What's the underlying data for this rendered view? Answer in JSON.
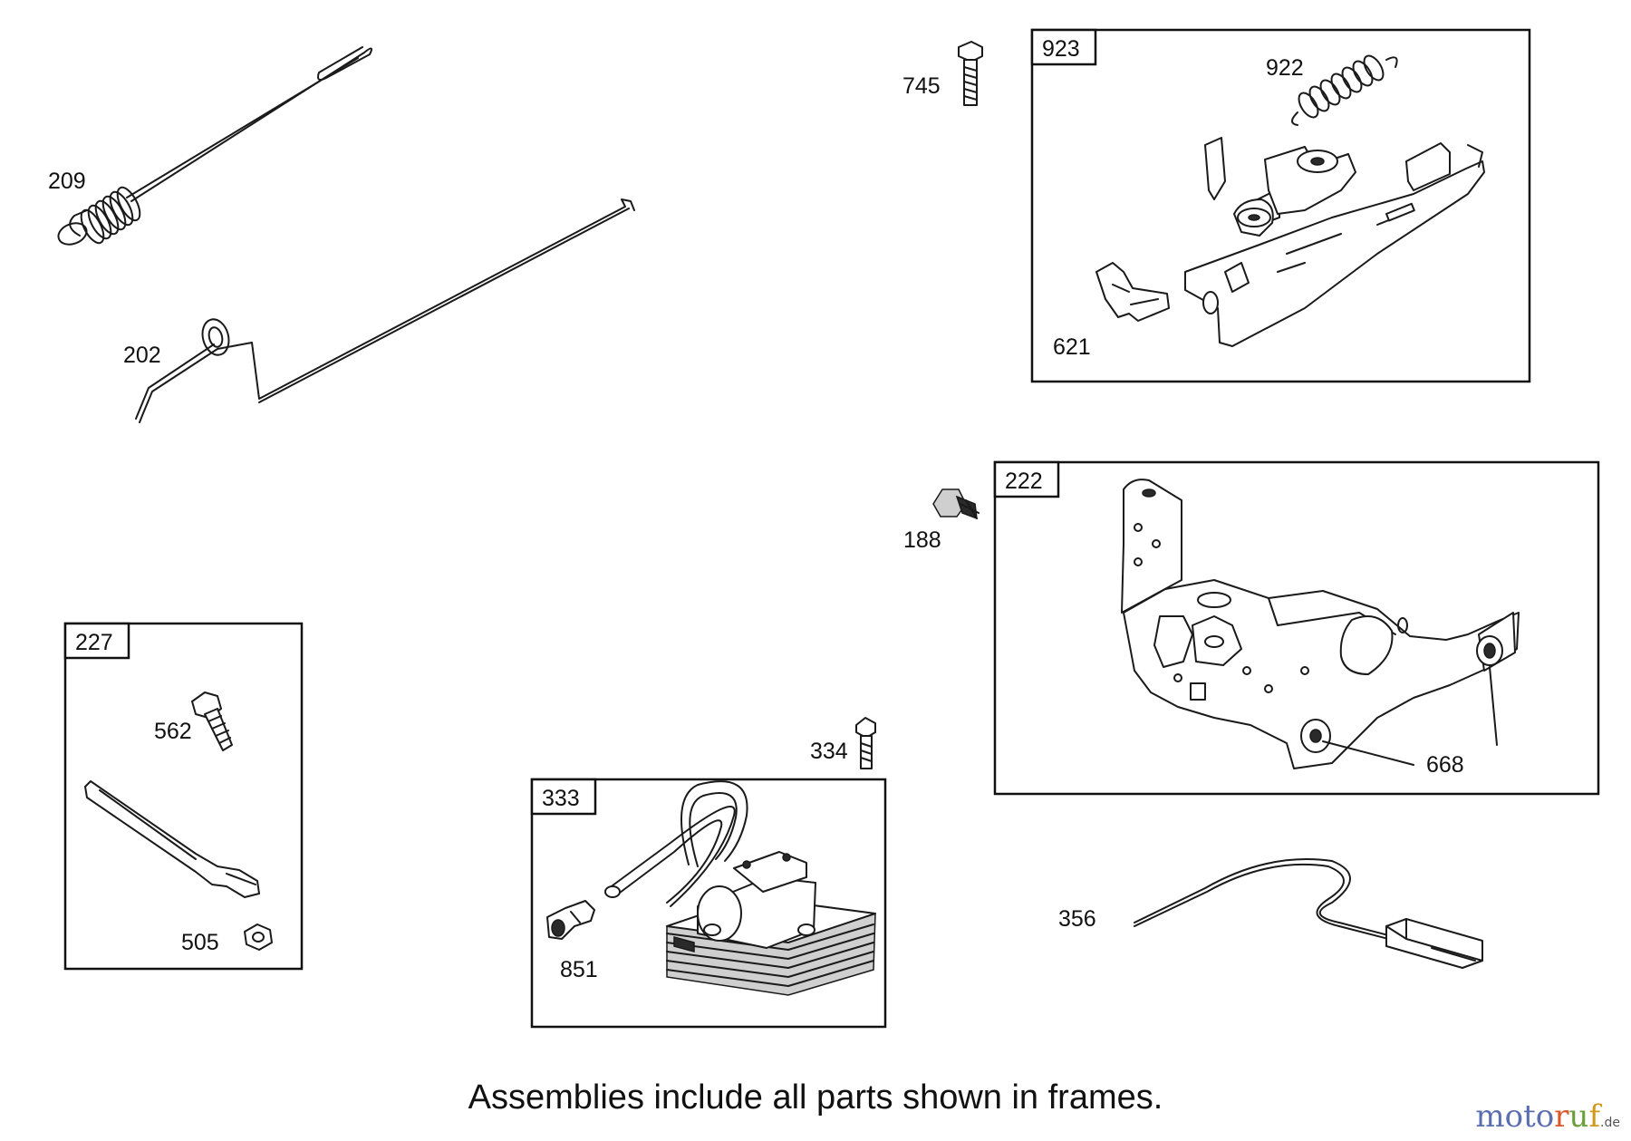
{
  "parts": {
    "p209": "209",
    "p202": "202",
    "p745": "745",
    "p188": "188",
    "p562": "562",
    "p505": "505",
    "p334": "334",
    "p851": "851",
    "p356": "356",
    "p922": "922",
    "p621": "621",
    "p668": "668"
  },
  "frames": {
    "f923": "923",
    "f222": "222",
    "f227": "227",
    "f333": "333"
  },
  "caption": "Assemblies include all parts shown in frames.",
  "watermark": {
    "letters": [
      "m",
      "o",
      "t",
      "o",
      "r",
      "u",
      "f"
    ],
    "tld": ".de"
  }
}
